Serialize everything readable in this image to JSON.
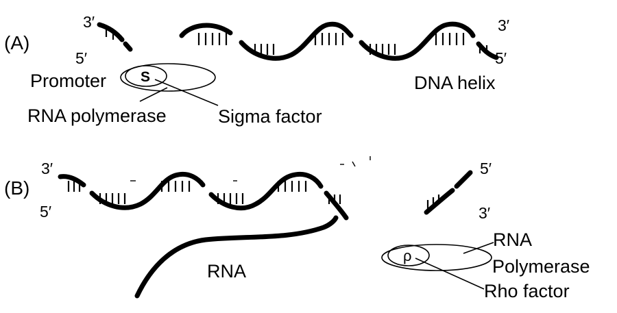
{
  "panel_a": {
    "label": "(A)",
    "end_top_left": "3′",
    "end_bottom_left": "5′",
    "end_top_right": "3′",
    "end_bottom_right": "5′",
    "promoter": "Promoter",
    "sigma_symbol": "S",
    "rna_polymerase": "RNA polymerase",
    "sigma_factor": "Sigma factor",
    "dna_helix": "DNA helix"
  },
  "panel_b": {
    "label": "(B)",
    "end_top_left": "3′",
    "end_bottom_left": "5′",
    "end_top_right": "5′",
    "end_bottom_right": "3′",
    "rna": "RNA",
    "rho_symbol": "ρ",
    "rna_polymerase_line1": "RNA",
    "rna_polymerase_line2": "Polymerase",
    "rho_factor": "Rho factor"
  }
}
